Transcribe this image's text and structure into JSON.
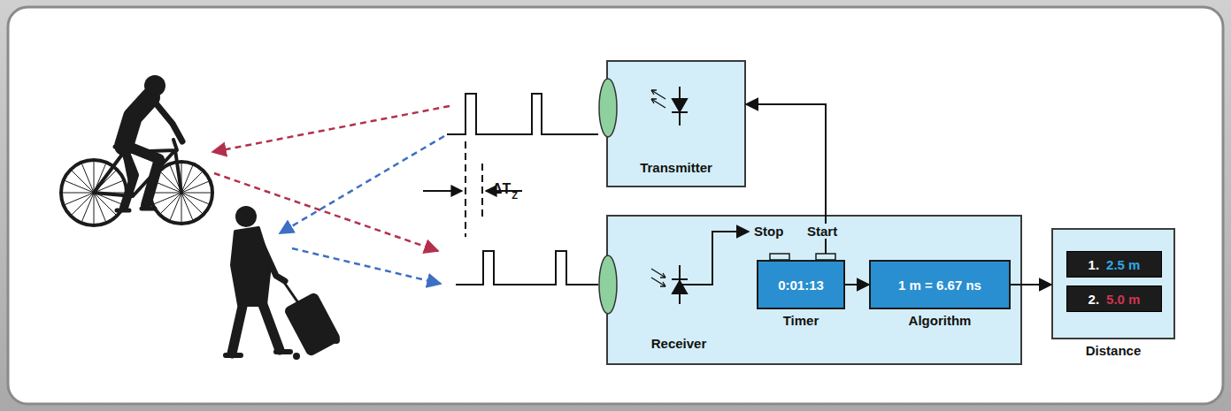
{
  "diagram": {
    "nodes": [
      {
        "text": [
          "Transmitter"
        ]
      },
      {
        "text": [
          "Receiver"
        ]
      },
      {
        "text": [
          "0:01:13",
          "Timer"
        ],
        "in": 1
      },
      {
        "text": [
          "1 m = 6.67 ns",
          "Algorithm"
        ],
        "in": 1
      },
      {
        "text": [
          "Distance"
        ]
      },
      {
        "text": [
          "1.",
          "2.5 m"
        ],
        "in": 4
      },
      {
        "text": [
          "2.",
          "5.0 m"
        ],
        "in": 4
      }
    ],
    "edges": [
      {
        "from": 2,
        "to": 3,
        "arrow": "to"
      },
      {
        "from": 3,
        "to": 4,
        "arrow": "to"
      },
      {
        "from": 2,
        "to": 0,
        "arrow": "to"
      }
    ],
    "labels": [
      "ΔT",
      "Z",
      "Stop",
      "Start"
    ]
  }
}
